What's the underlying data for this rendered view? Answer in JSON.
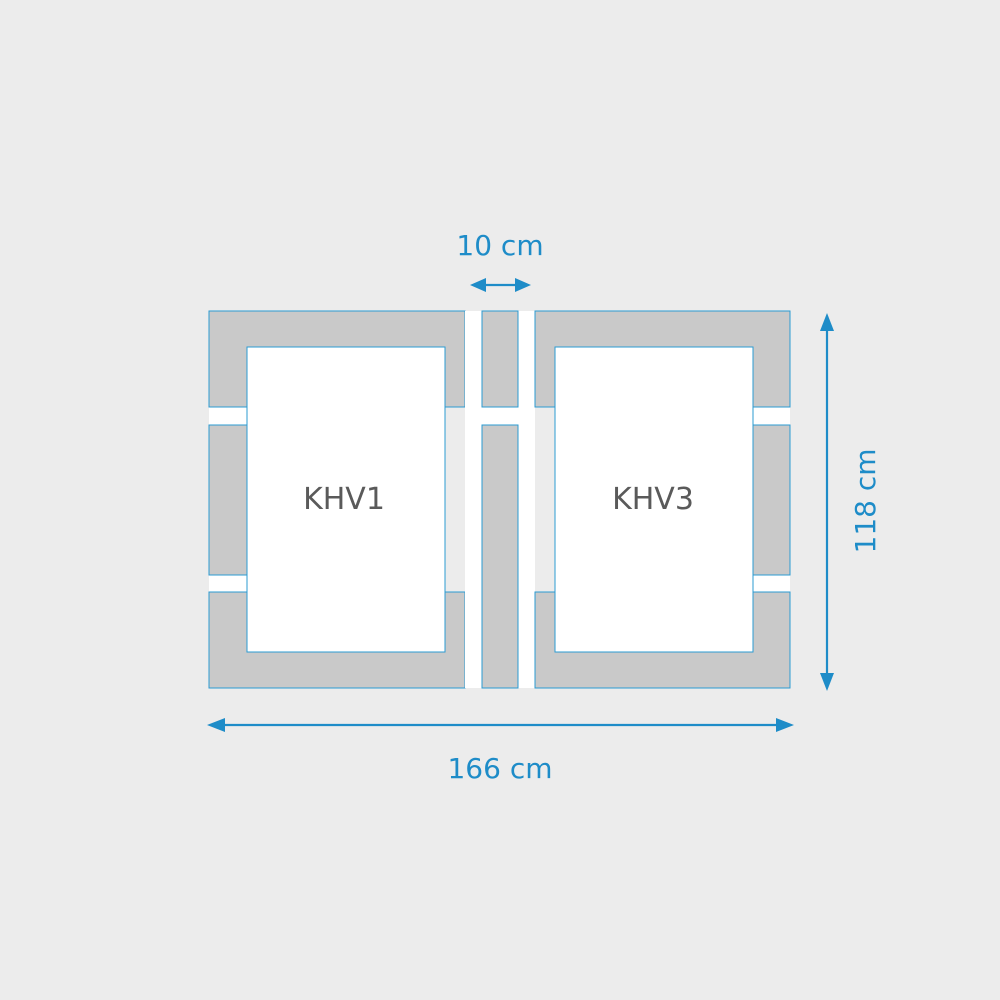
{
  "frames": {
    "left": {
      "label": "KHV1"
    },
    "right": {
      "label": "KHV3"
    }
  },
  "dimensions": {
    "gap": "10 cm",
    "height": "118 cm",
    "width": "166 cm"
  },
  "colors": {
    "background": "#ececec",
    "flashing": "#c9c9c9",
    "outline": "#2b9bd2",
    "dimension": "#1e8cc8",
    "label": "#5a5a5a"
  }
}
